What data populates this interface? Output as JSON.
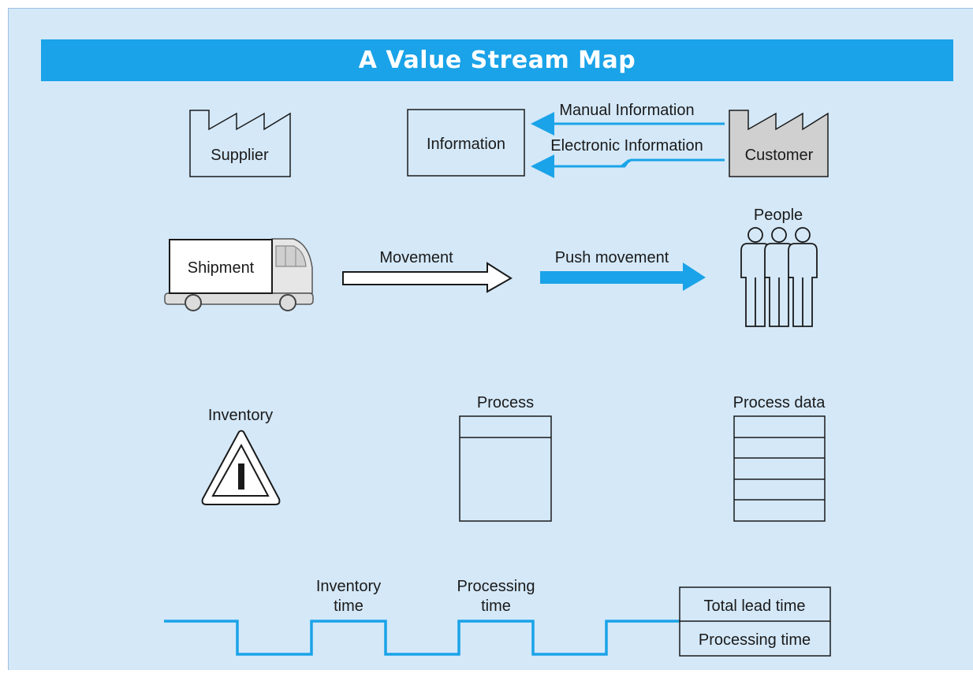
{
  "title": "A Value Stream Map",
  "symbols": {
    "supplier": "Supplier",
    "information": "Information",
    "manual_information": "Manual Information",
    "electronic_information": "Electronic Information",
    "customer": "Customer",
    "shipment": "Shipment",
    "movement": "Movement",
    "push_movement": "Push movement",
    "people": "People",
    "inventory": "Inventory",
    "process": "Process",
    "process_data": "Process data",
    "inventory_time_line1": "Inventory",
    "inventory_time_line2": "time",
    "processing_time_line1": "Processing",
    "processing_time_line2": "time",
    "total_lead_time": "Total lead time",
    "processing_time": "Processing time"
  },
  "colors": {
    "background": "#d4e8f8",
    "title_band": "#1aa3e8",
    "accent_blue": "#1aa3e8",
    "customer_fill": "#d0d0d0"
  }
}
